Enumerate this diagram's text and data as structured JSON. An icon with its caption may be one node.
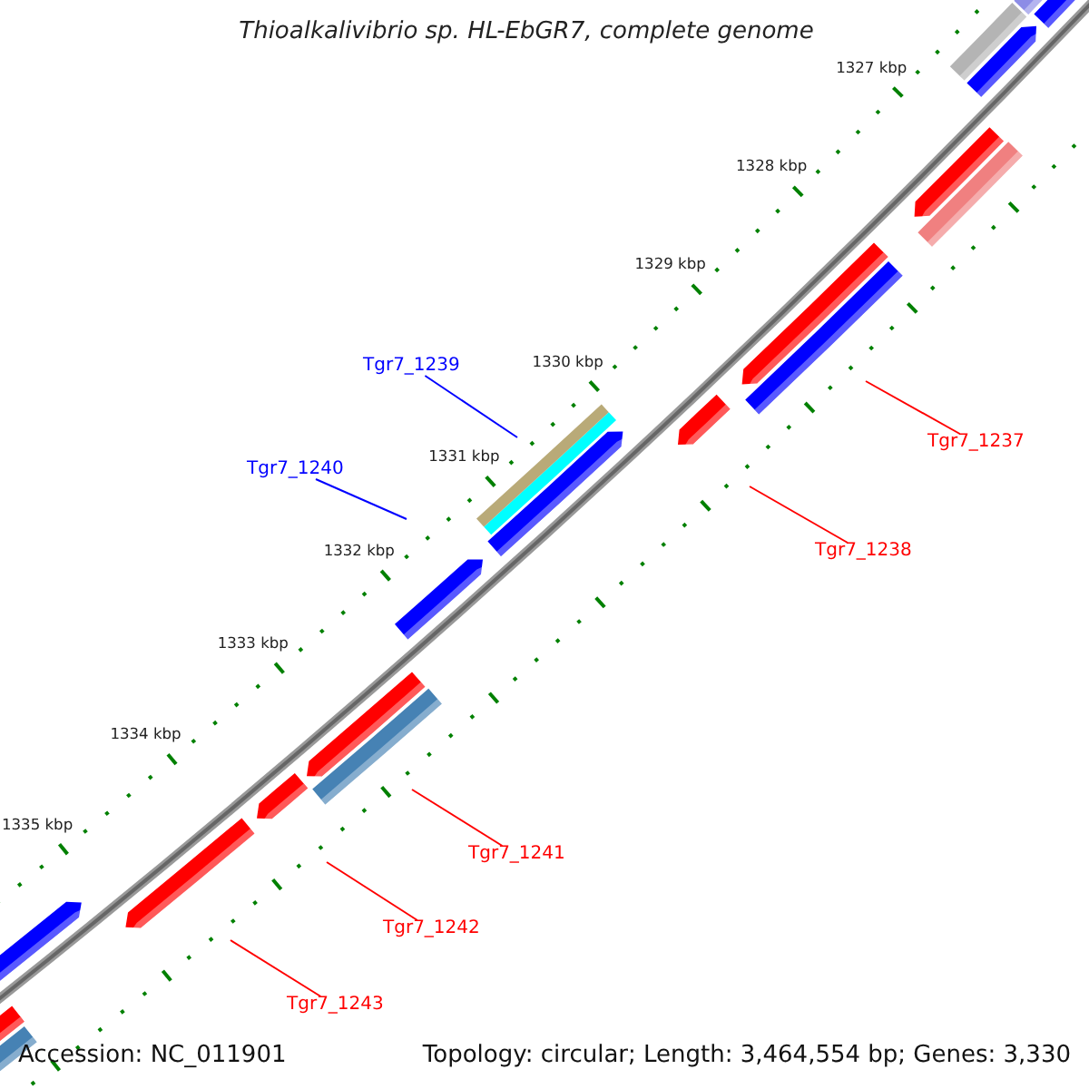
{
  "diagram": {
    "title": "Thioalkalivibrio sp. HL-EbGR7, complete genome",
    "nodes": [
      {
        "text": [
          "Tgr7_1239"
        ]
      },
      {
        "text": [
          "Tgr7_1237"
        ]
      },
      {
        "text": [
          "Tgr7_1240"
        ]
      },
      {
        "text": [
          "Tgr7_1238"
        ]
      },
      {
        "text": [
          "Tgr7_1241"
        ]
      },
      {
        "text": [
          "Tgr7_1242"
        ]
      },
      {
        "text": [
          "Tgr7_1243"
        ]
      }
    ],
    "edges": [
      {
        "from": 0,
        "to": null,
        "arrow": "none",
        "color": "#0000ff"
      },
      {
        "from": 1,
        "to": null,
        "arrow": "none"
      },
      {
        "from": 2,
        "to": null,
        "arrow": "none",
        "color": "#0000ff"
      },
      {
        "from": 3,
        "to": null,
        "arrow": "none"
      },
      {
        "from": 4,
        "to": null,
        "arrow": "none"
      },
      {
        "from": 5,
        "to": null,
        "arrow": "none"
      },
      {
        "from": 6,
        "to": null,
        "arrow": "none"
      }
    ],
    "labels": [
      "1327 kbp",
      "1328 kbp",
      "1329 kbp",
      "1330 kbp",
      "1331 kbp",
      "1332 kbp",
      "1333 kbp",
      "1334 kbp",
      "1335 kbp",
      "Accession: NC_011901",
      "Topology: circular; Length: 3,464,554 bp; Genes: 3,330"
    ]
  }
}
